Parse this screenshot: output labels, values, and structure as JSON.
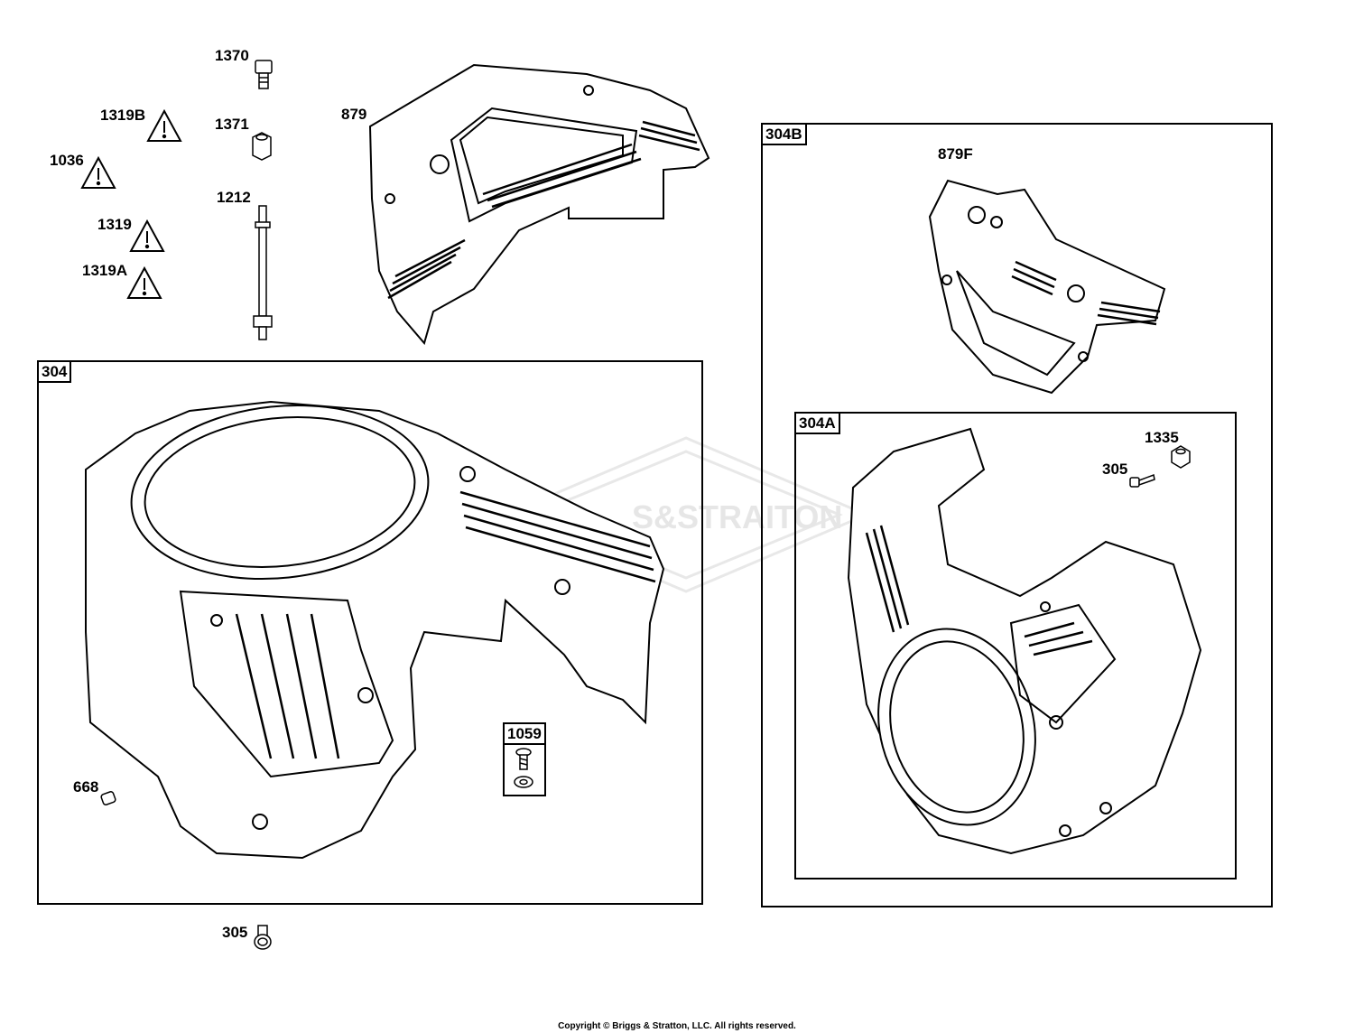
{
  "watermark": {
    "text": "S&STRAITON"
  },
  "frames": {
    "f304": {
      "label": "304"
    },
    "f304B": {
      "label": "304B"
    },
    "f304A": {
      "label": "304A"
    },
    "f1059": {
      "label": "1059"
    }
  },
  "callouts": {
    "c1370": "1370",
    "c1319B": "1319B",
    "c1371": "1371",
    "c1036": "1036",
    "c1212": "1212",
    "c1319": "1319",
    "c1319A": "1319A",
    "c879": "879",
    "c879F": "879F",
    "c1335": "1335",
    "c305a": "305",
    "c668": "668",
    "c305b": "305"
  },
  "copyright": "Copyright © Briggs & Stratton, LLC. All rights reserved."
}
